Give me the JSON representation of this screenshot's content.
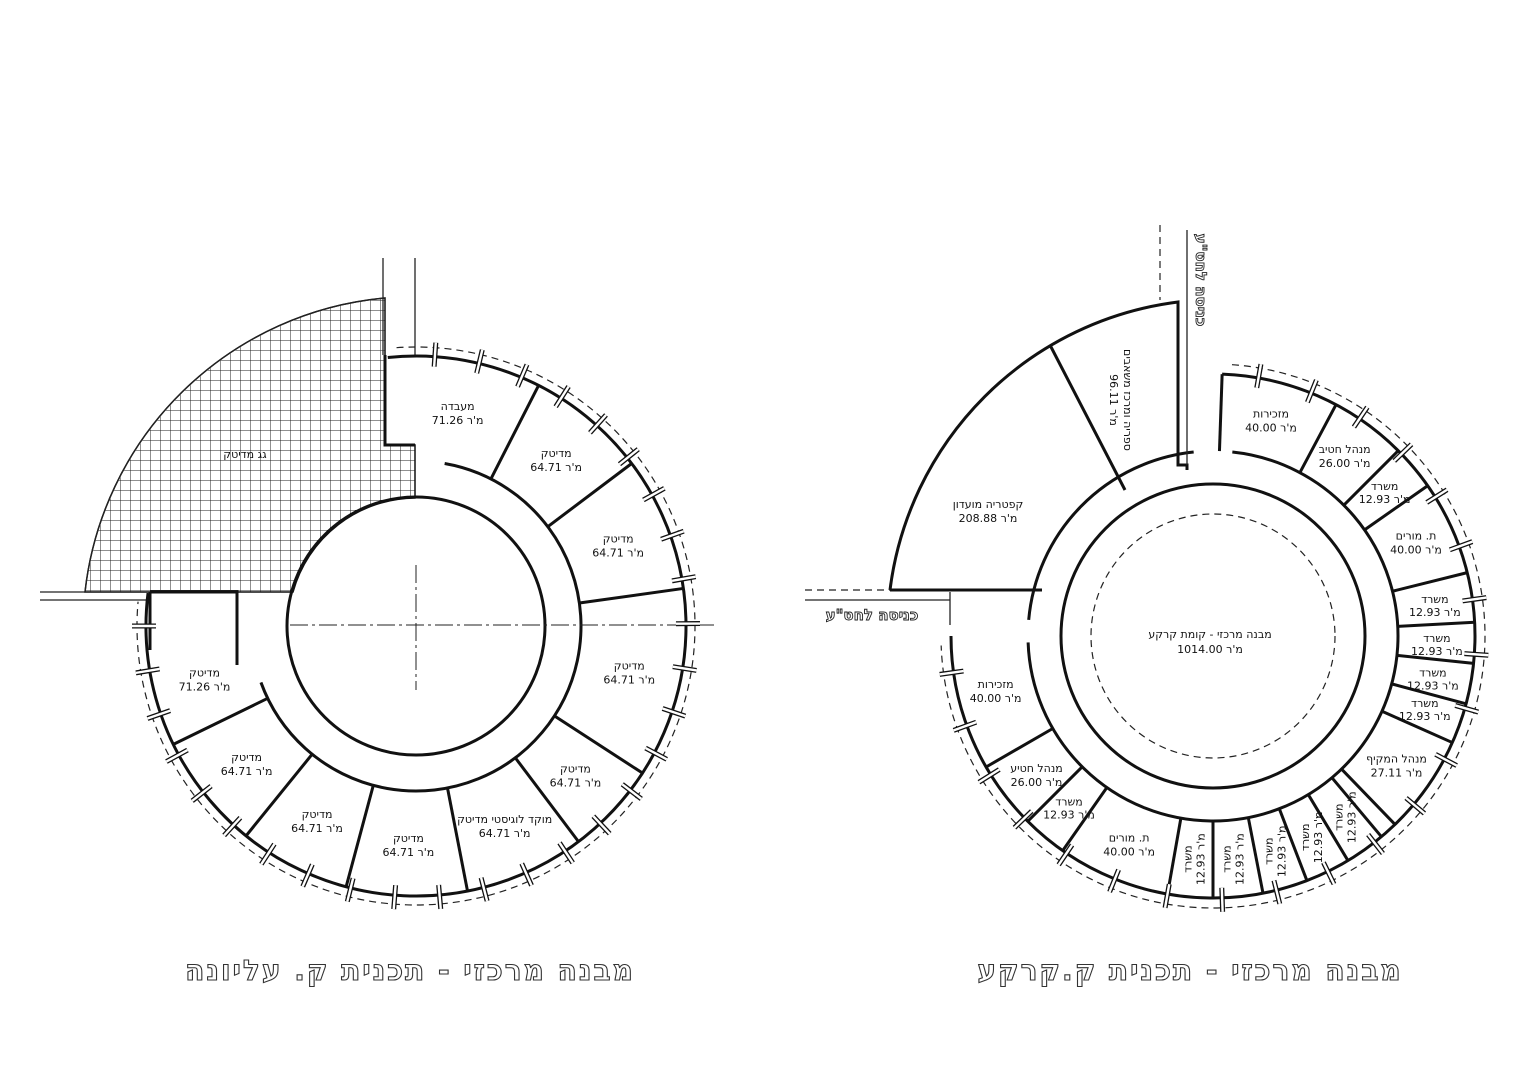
{
  "upper_floor": {
    "title": "מבנה מרכזי - תכנית ק. עליונה",
    "roof_label": "גג מדיטק",
    "rooms": [
      {
        "name": "מעבדה",
        "area": "71.26 מ'ר"
      },
      {
        "name": "מדיטק",
        "area": "64.71 מ'ר"
      },
      {
        "name": "מדיטק",
        "area": "64.71 מ'ר"
      },
      {
        "name": "מדיטק",
        "area": "64.71 מ'ר"
      },
      {
        "name": "מדיטק",
        "area": "64.71 מ'ר"
      },
      {
        "name": "מוקד לוגיסטי מדיטק",
        "area": "64.71 מ'ר"
      },
      {
        "name": "מדיטק",
        "area": "64.71 מ'ר"
      },
      {
        "name": "מדיטק",
        "area": "64.71 מ'ר"
      },
      {
        "name": "מדיטק",
        "area": "64.71 מ'ר"
      },
      {
        "name": "מדיטק",
        "area": "71.26 מ'ר"
      }
    ]
  },
  "ground_floor": {
    "title": "מבנה מרכזי - תכנית ק.קרקע",
    "center_name": "מבנה מרכזי - קומת קרקע",
    "center_area": "1014.00 מ'ר",
    "entry_left": "כניסה לחט\"ע",
    "entry_top": "כניסה לחט\"ע",
    "cafeteria": {
      "name": "קפטריה מועדון",
      "area": "208.88 מ'ר"
    },
    "library": {
      "name": "ספריה ומרכז משאבים",
      "area": "96.11 מ'ר"
    },
    "rooms": [
      {
        "name": "מזכירות",
        "area": "40.00 מ'ר"
      },
      {
        "name": "מנהל חטיב",
        "area": "26.00 מ'ר"
      },
      {
        "name": "משרד",
        "area": "12.93 מ'ר"
      },
      {
        "name": "ת. מורים",
        "area": "40.00 מ'ר"
      },
      {
        "name": "משרד",
        "area": "12.93 מ'ר"
      },
      {
        "name": "משרד",
        "area": "12.93 מ'ר"
      },
      {
        "name": "משרד",
        "area": "12.93 מ'ר"
      },
      {
        "name": "משרד",
        "area": "12.93 מ'ר"
      },
      {
        "name": "מנהל המקיף",
        "area": "27.11 מ'ר"
      },
      {
        "name": "משרד",
        "area": "12.93 מ'ר"
      },
      {
        "name": "משרד",
        "area": "12.93 מ'ר"
      },
      {
        "name": "משרד",
        "area": "12.93 מ'ר"
      },
      {
        "name": "משרד",
        "area": "12.93 מ'ר"
      },
      {
        "name": "משרד",
        "area": "12.93 מ'ר"
      },
      {
        "name": "ת. מורים",
        "area": "40.00 מ'ר"
      },
      {
        "name": "משרד",
        "area": "12.93 מ'ר"
      },
      {
        "name": "מנהל חטיע",
        "area": "26.00 מ'ר"
      },
      {
        "name": "מזכירות",
        "area": "40.00 מ'ר"
      }
    ]
  }
}
